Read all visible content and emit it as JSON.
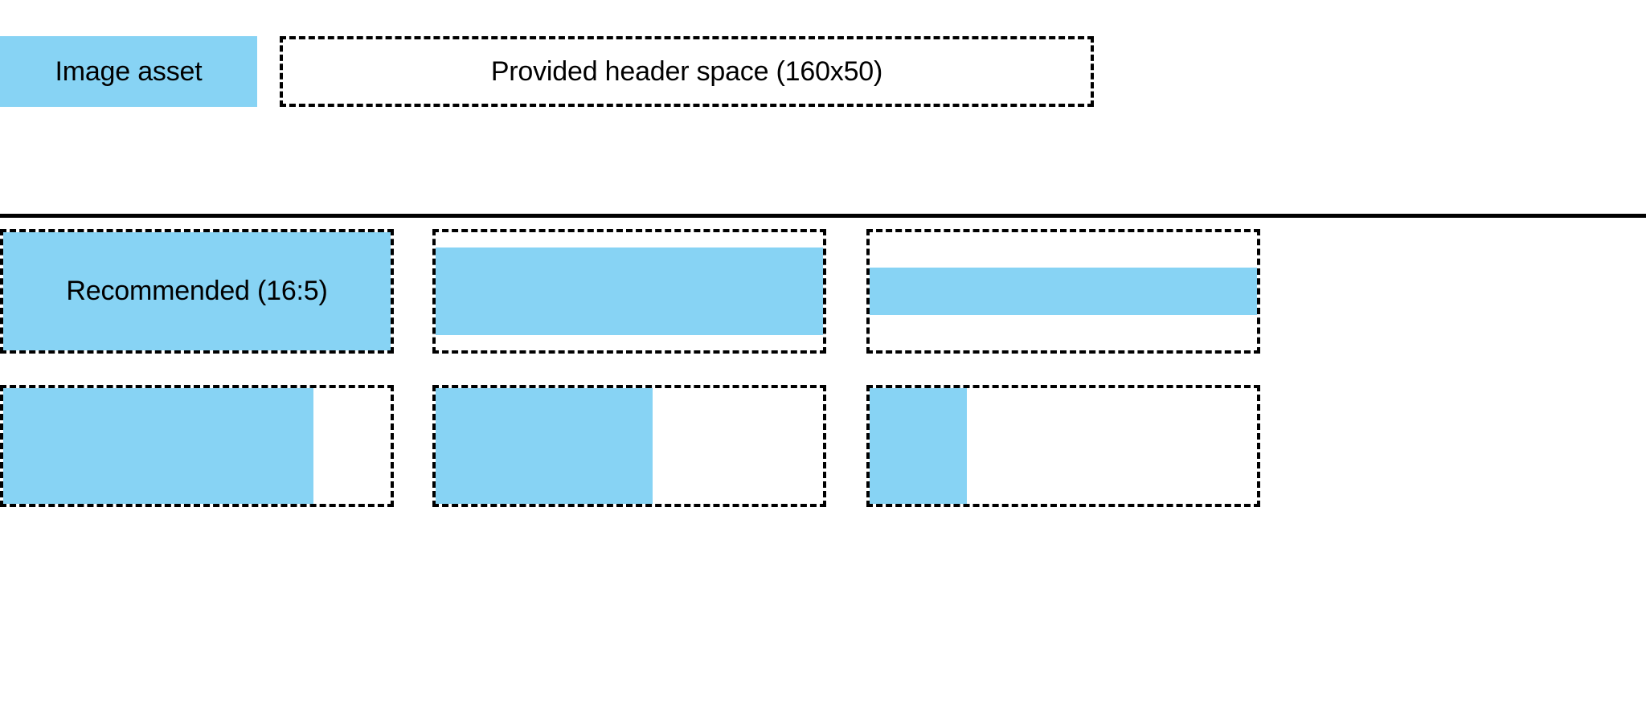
{
  "page": {
    "background": "#ffffff",
    "accent_blue": "#87d3f4",
    "outline_color": "#000000"
  },
  "header": {
    "asset_swatch": {
      "label": "Image asset",
      "fill": "#87d3f4"
    },
    "provided_space": {
      "label": "Provided header space (160x50)",
      "border_style": "dashed"
    }
  },
  "divider": {
    "color": "#000000"
  },
  "ratio_grid": {
    "rows": [
      {
        "name": "row-1",
        "cells": [
          {
            "name": "recommended",
            "label": "Recommended (16:5)",
            "fill_mode": "full"
          },
          {
            "name": "shorter-fill",
            "label": "",
            "fill_mode": "inset-v"
          },
          {
            "name": "thin-band-fill",
            "label": "",
            "fill_mode": "band"
          }
        ]
      },
      {
        "name": "row-2",
        "cells": [
          {
            "name": "wide-fill",
            "label": "",
            "fill_mode": "w-80"
          },
          {
            "name": "medium-fill",
            "label": "",
            "fill_mode": "w-56"
          },
          {
            "name": "narrow-fill",
            "label": "",
            "fill_mode": "w-25"
          }
        ]
      }
    ]
  }
}
